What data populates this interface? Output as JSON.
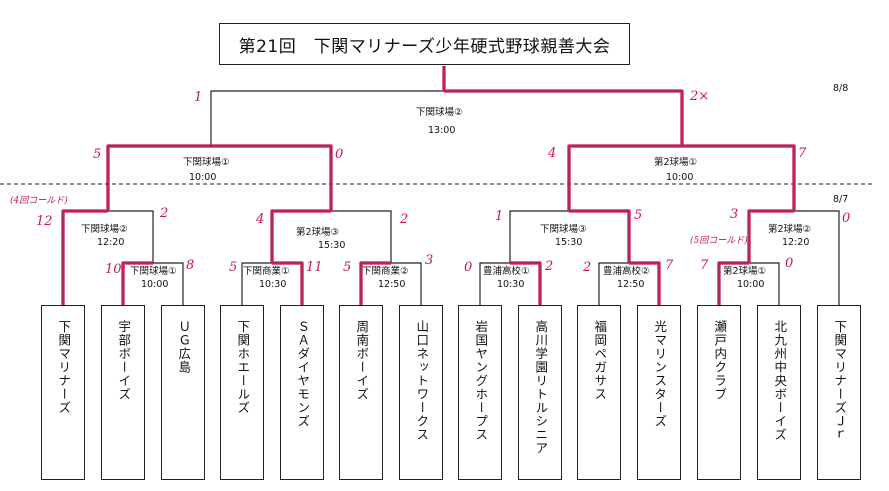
{
  "title": "第21回　下関マリナーズ少年硬式野球親善大会",
  "dates": {
    "day2": "8/8",
    "day1": "8/7"
  },
  "teams": [
    "下関マリナーズ",
    "宇部ボーイズ",
    "ＵＧ広島",
    "下関ホエールズ",
    "ＳＡダイヤモンズ",
    "周南ボーイズ",
    "山口ネットワークス",
    "岩国ヤングホープス",
    "高川学園リトルシニア",
    "福岡ペガサス",
    "光マリンスターズ",
    "瀬戸内クラブ",
    "北九州中央ボーイズ",
    "下関マリナーズＪｒ"
  ],
  "matches": [
    {
      "venue": "下関球場①",
      "time": "10:00"
    },
    {
      "venue": "下関球場②",
      "time": "12:20"
    },
    {
      "venue": "下関商業①",
      "time": "10:30"
    },
    {
      "venue": "下関商業②",
      "time": "12:50"
    },
    {
      "venue": "第2球場③",
      "time": "15:30"
    },
    {
      "venue": "豊浦高校①",
      "time": "10:30"
    },
    {
      "venue": "豊浦高校②",
      "time": "12:50"
    },
    {
      "venue": "下関球場③",
      "time": "15:30"
    },
    {
      "venue": "第2球場①",
      "time": "10:00"
    },
    {
      "venue": "第2球場②",
      "time": "12:20"
    },
    {
      "venue": "下関球場①",
      "time": "10:00"
    },
    {
      "venue": "第2球場①",
      "time": "10:00"
    },
    {
      "venue": "下関球場②",
      "time": "13:00"
    }
  ],
  "scores": [
    "10",
    "8",
    "12",
    "2",
    "(4回コールド)",
    "5",
    "11",
    "5",
    "3",
    "4",
    "2",
    "0",
    "2",
    "2",
    "7",
    "1",
    "5",
    "7",
    "0",
    "(5回コールド)",
    "3",
    "0",
    "5",
    "0",
    "4",
    "7",
    "1",
    "2×"
  ],
  "colors": {
    "winner_path": "#c2185b",
    "line": "#222222"
  }
}
